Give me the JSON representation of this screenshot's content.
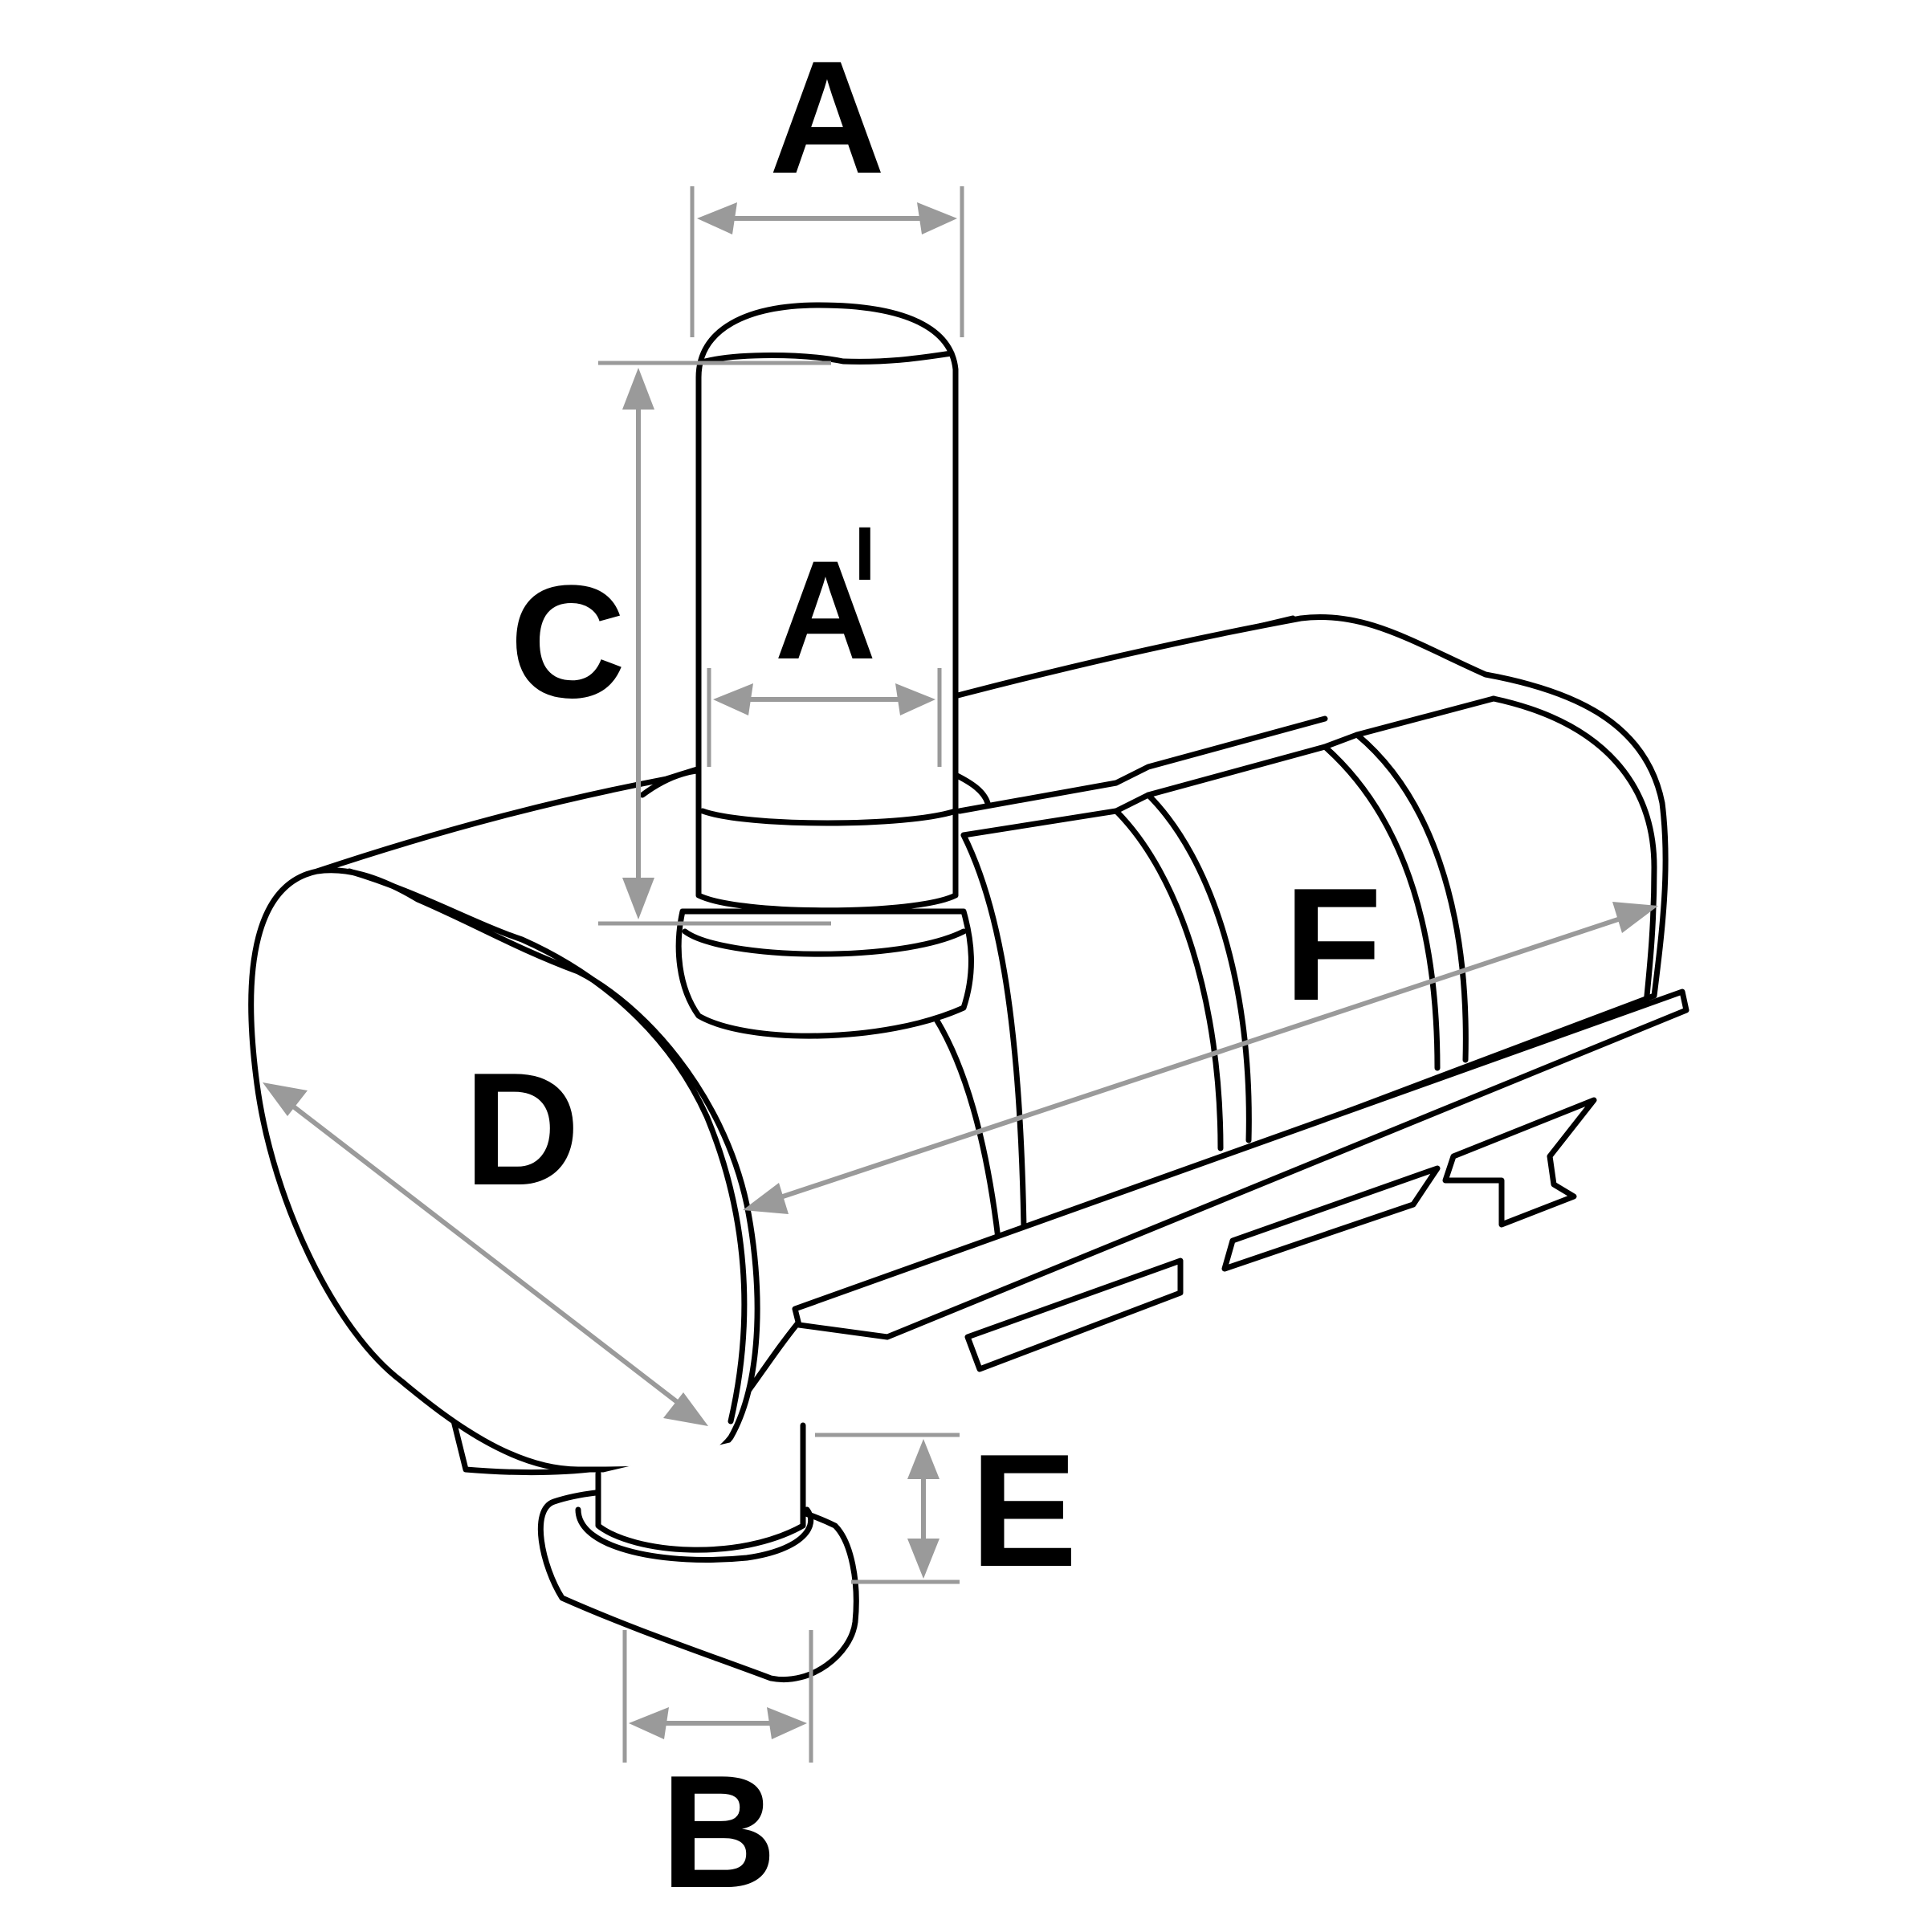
{
  "labels": {
    "A": "A",
    "A_prime": "A",
    "A_prime_mark": "I",
    "B": "B",
    "C": "C",
    "D": "D",
    "E": "E",
    "F": "F"
  },
  "colors": {
    "outline": "#000000",
    "dimension_line": "#9a9a9a",
    "background": "#ffffff"
  }
}
